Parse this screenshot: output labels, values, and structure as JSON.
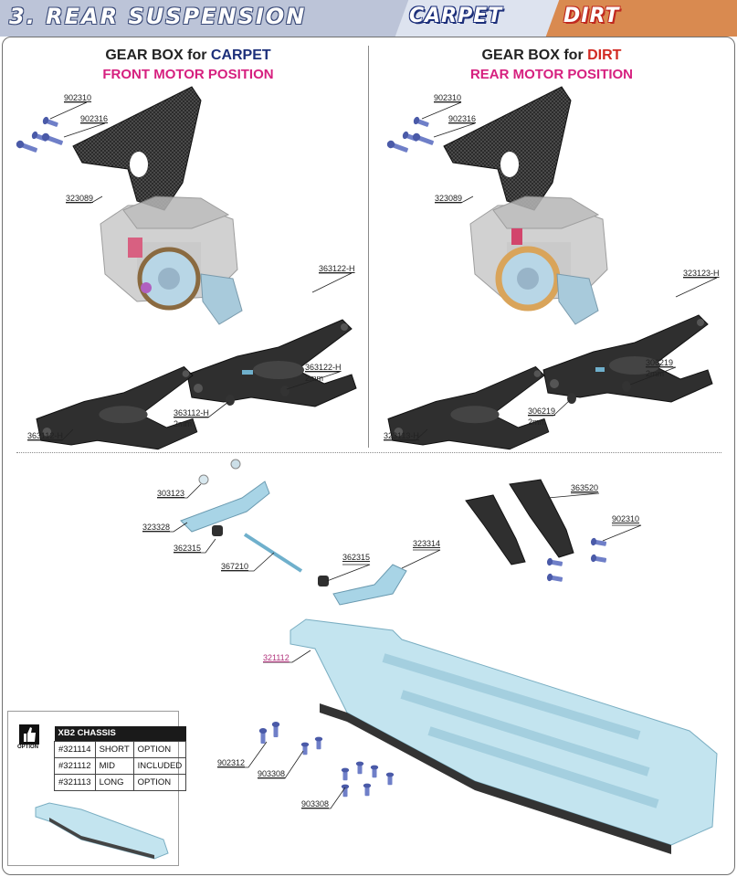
{
  "header": {
    "title": "3. REAR SUSPENSION",
    "tag_carpet": "CARPET",
    "tag_dirt": "DIRT"
  },
  "left_panel": {
    "title_prefix": "GEAR BOX for ",
    "title_surface": "CARPET",
    "subtitle": "FRONT MOTOR POSITION"
  },
  "right_panel": {
    "title_prefix": "GEAR BOX for ",
    "title_surface": "DIRT",
    "subtitle": "REAR MOTOR POSITION"
  },
  "labels": {
    "l_902310": "902310",
    "l_902316": "902316",
    "l_323089": "323089",
    "l_363122": "363122-H",
    "l_363122b": "363122-H",
    "l_363122b_size": "2mm",
    "l_363112": "363112-H",
    "l_363112_size": "2mm",
    "l_363112b": "363112-H",
    "r_902310": "902310",
    "r_902316": "902316",
    "r_323089": "323089",
    "r_323123": "323123-H",
    "r_306219": "306219",
    "r_306219_size": "2mm",
    "r_306219b": "306219",
    "r_306219b_size": "2mm",
    "r_323113": "323113-H",
    "b_303123": "303123",
    "b_323328": "323328",
    "b_362315": "362315",
    "b_367210": "367210",
    "b_362315b": "362315",
    "b_323314": "323314",
    "b_363520": "363520",
    "b_902310": "902310",
    "b_321112": "321112",
    "b_902312": "902312",
    "b_903308": "903308",
    "b_903308b": "903308"
  },
  "option": {
    "label": "OPTION",
    "header": "XB2 CHASSIS",
    "rows": [
      {
        "part": "#321114",
        "length": "SHORT",
        "status": "OPTION"
      },
      {
        "part": "#321112",
        "length": "MID",
        "status": "INCLUDED"
      },
      {
        "part": "#321113",
        "length": "LONG",
        "status": "OPTION"
      }
    ]
  },
  "colors": {
    "header_bg": "#bcc4d8",
    "carpet": "#1c2f7a",
    "dirt": "#d22a22",
    "subtitle": "#d6207f",
    "chassis_plate": "#bfe3ef",
    "carbon": "#2a2a2a",
    "aluminium": "#a8d4e6",
    "screw": "#6f7fc8"
  }
}
